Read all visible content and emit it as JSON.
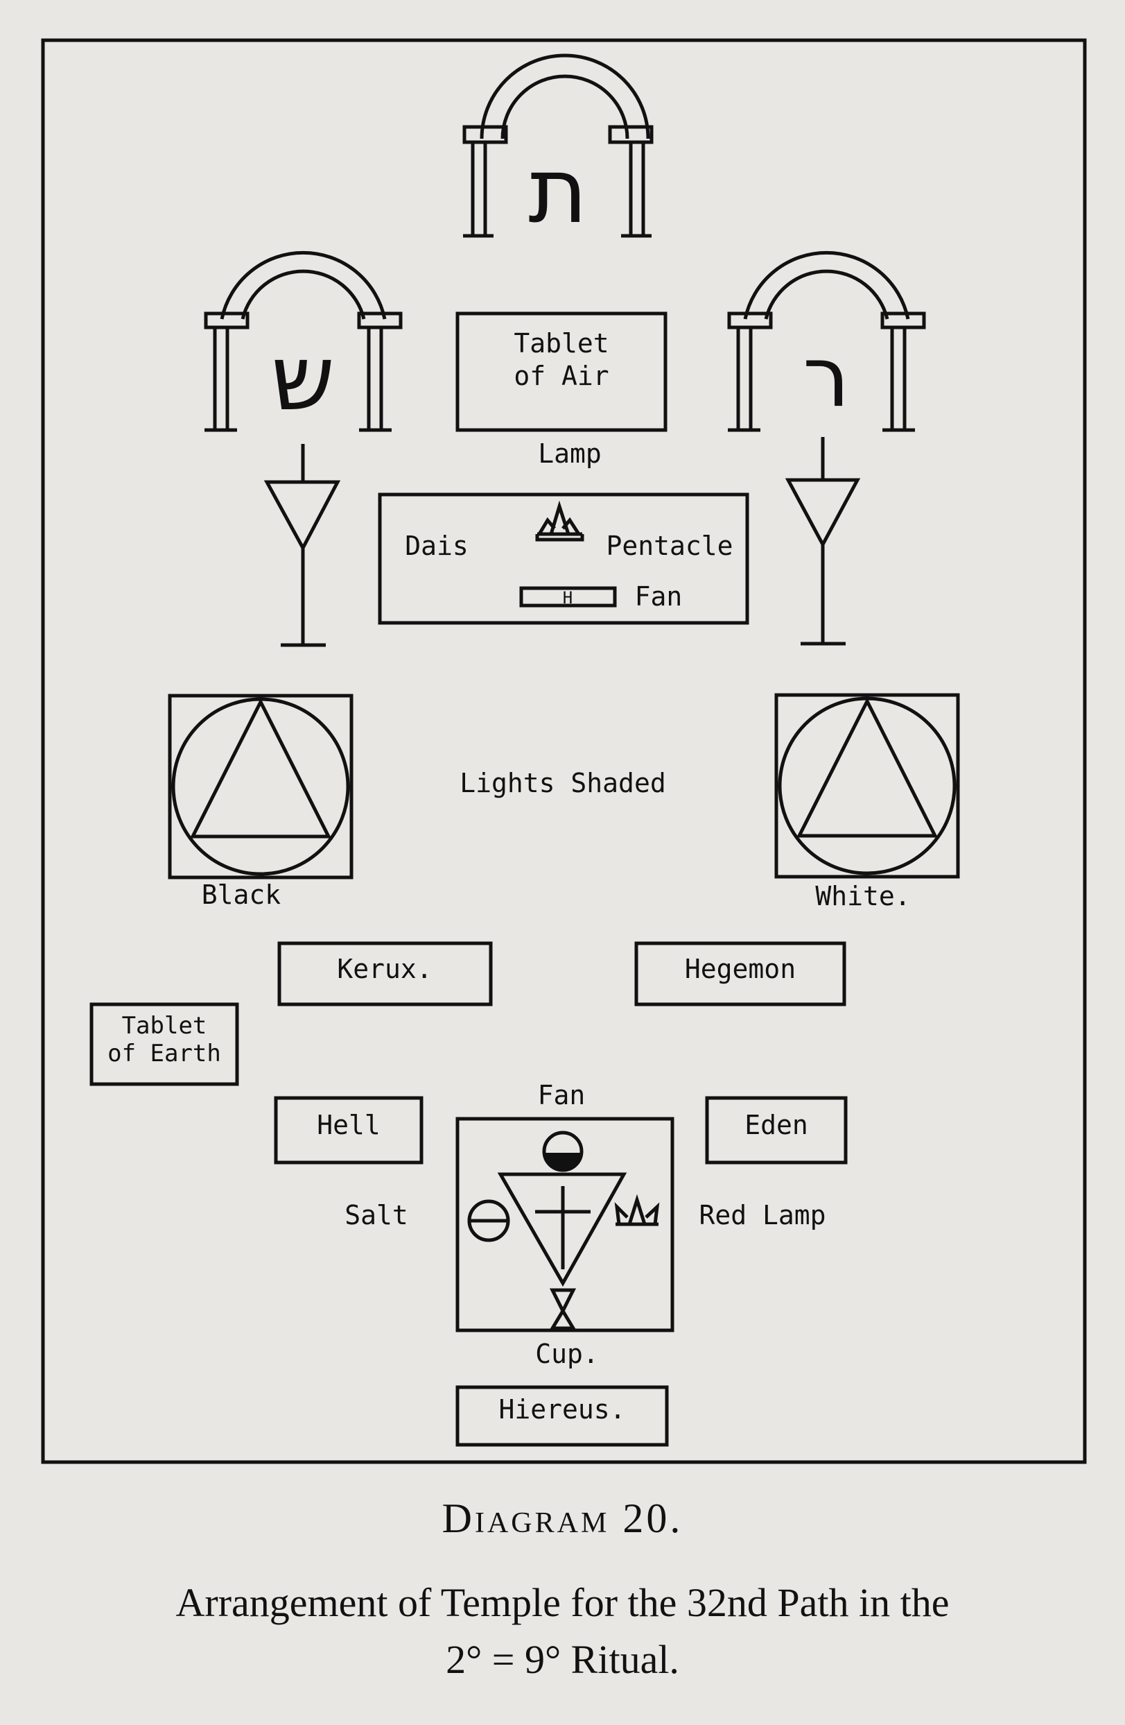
{
  "diagram": {
    "labels": {
      "tablet_of_air_line1": "Tablet",
      "tablet_of_air_line2": "of Air",
      "lamp": "Lamp",
      "dais": "Dais",
      "pentacle": "Pentacle",
      "fan_top": "Fan",
      "dais_h": "H",
      "lights_shaded": "Lights Shaded",
      "black": "Black",
      "white": "White.",
      "kerux": "Kerux.",
      "hegemon": "Hegemon",
      "tablet_of_earth_line1": "Tablet",
      "tablet_of_earth_line2": "of Earth",
      "fan_bottom": "Fan",
      "hell": "Hell",
      "eden": "Eden",
      "salt": "Salt",
      "red_lamp": "Red Lamp",
      "cup": "Cup.",
      "hiereus": "Hiereus.",
      "hebrew_top": "ת",
      "hebrew_left": "ש",
      "hebrew_right": "ר"
    }
  },
  "caption": {
    "title": "Diagram 20.",
    "subtitle_line1": "Arrangement of Temple for the 32nd Path in the",
    "subtitle_line2": "2° = 9° Ritual."
  }
}
